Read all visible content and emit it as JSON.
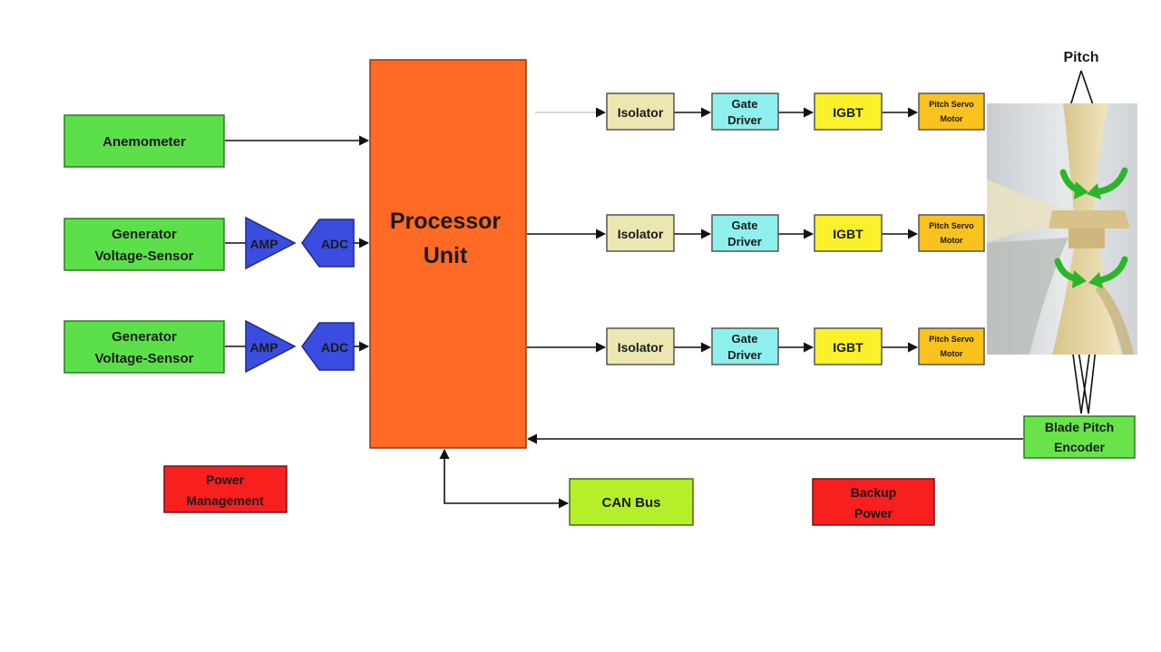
{
  "colors": {
    "sensor_green": "#5ce04a",
    "processor_orange": "#ff6a24",
    "isolator_beige": "#ece7b0",
    "gate_cyan": "#8ef0ec",
    "igbt_yellow": "#fbf12a",
    "motor_orange": "#f9c21f",
    "triangle_blue": "#3a4de0",
    "power_red": "#f81f1f",
    "canbus_lime": "#b5ef2a",
    "encoder_green": "#68e44a"
  },
  "labels": {
    "pitch": "Pitch",
    "anemometer": "Anemometer",
    "generator_sensor_1": [
      "Generator",
      "Voltage-Sensor"
    ],
    "generator_sensor_2": [
      "Generator",
      "Voltage-Sensor"
    ],
    "amp": "AMP",
    "adc": "ADC",
    "processor": [
      "Processor",
      "Unit"
    ],
    "isolator": "Isolator",
    "gate_driver": [
      "Gate",
      "Driver"
    ],
    "igbt": "IGBT",
    "pitch_servo_motor": [
      "Pitch Servo",
      "Motor"
    ],
    "blade_pitch_encoder": [
      "Blade Pitch",
      "Encoder"
    ],
    "power_management": [
      "Power",
      "Management"
    ],
    "can_bus": "CAN Bus",
    "backup_power": [
      "Backup",
      "Power"
    ]
  },
  "icons": {
    "turbine": "wind-turbine-hub-photo",
    "rotation_arrows": "rotation-arrow-icon"
  }
}
